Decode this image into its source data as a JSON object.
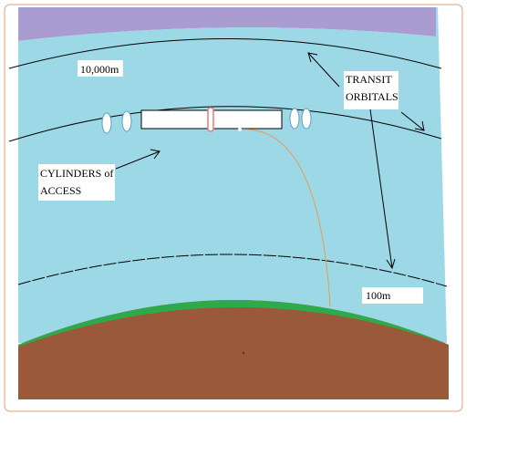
{
  "labels": {
    "altitude_high": "10,000m",
    "transit_line1": "TRANSIT",
    "transit_line2": "ORBITALS",
    "cylinders_line1": "CYLINDERS of",
    "cylinders_line2": "ACCESS",
    "altitude_low": "100m"
  },
  "colors": {
    "upper_atmosphere": "#a89cd0",
    "sky": "#9dd8e6",
    "vegetation": "#2faa4a",
    "ground": "#9a5a3a",
    "frame_border": "#e0a070",
    "tether": "#e89a5a",
    "connector": "#e87878",
    "lens": "#ffffff"
  }
}
